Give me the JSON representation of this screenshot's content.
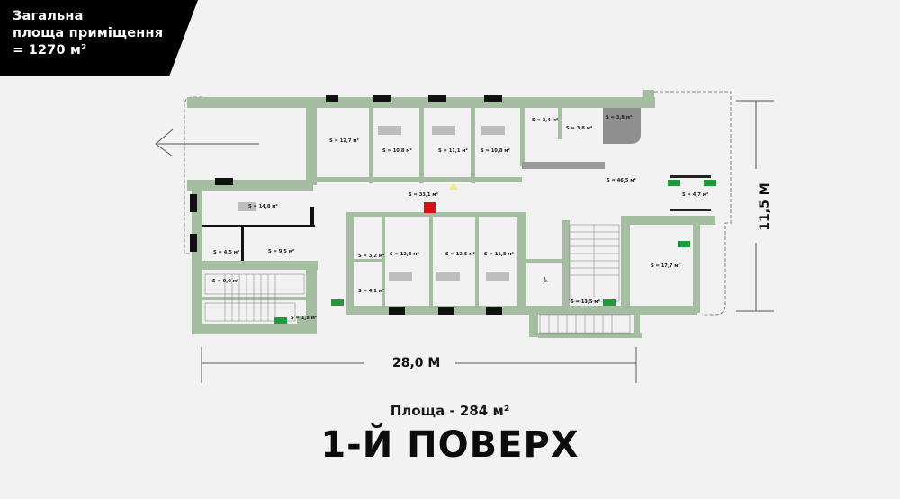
{
  "header": {
    "total_area_line1": "Загальна",
    "total_area_line2": "площа приміщення",
    "total_area_line3": "= 1270 м²"
  },
  "floor": {
    "area_label": "Площа - 284 м²",
    "title": "1-Й ПОВЕРХ",
    "width_dimension": "28,0 М",
    "height_dimension": "11,5 М"
  },
  "colors": {
    "wall": "#a5bea2",
    "banner": "#000000",
    "background": "#f2f2f2",
    "exit_sign": "#1f9a3a",
    "fire_equipment": "#d81010",
    "warning": "#f1ea8a"
  },
  "rooms": [
    {
      "id": "r1",
      "label": "S = 12,7 м²"
    },
    {
      "id": "r2",
      "label": "S = 10,8 м²"
    },
    {
      "id": "r3",
      "label": "S = 11,1 м²"
    },
    {
      "id": "r4",
      "label": "S = 10,8 м²"
    },
    {
      "id": "r5",
      "label": "S = 3,4 м²"
    },
    {
      "id": "r6",
      "label": "S = 3,8 м²"
    },
    {
      "id": "r7",
      "label": "S = 3,8 м²"
    },
    {
      "id": "r8",
      "label": "S = 46,5 м²"
    },
    {
      "id": "r9",
      "label": "S = 4,7 м²"
    },
    {
      "id": "r10",
      "label": "S = 33,1 м²"
    },
    {
      "id": "r11",
      "label": "S = 14,8 м²"
    },
    {
      "id": "r12",
      "label": "S = 4,5 м²"
    },
    {
      "id": "r13",
      "label": "S = 9,5 м²"
    },
    {
      "id": "r14",
      "label": "S = 9,0 м²"
    },
    {
      "id": "r15",
      "label": "S = 1,8 м²"
    },
    {
      "id": "r16",
      "label": "S = 3,2 м²"
    },
    {
      "id": "r17",
      "label": "S = 4,1 м²"
    },
    {
      "id": "r18",
      "label": "S = 12,3 м²"
    },
    {
      "id": "r19",
      "label": "S = 12,5 м²"
    },
    {
      "id": "r20",
      "label": "S = 11,8 м²"
    },
    {
      "id": "r21",
      "label": "S = 13,5 м²"
    },
    {
      "id": "r22",
      "label": "S = 17,7 м²"
    }
  ]
}
